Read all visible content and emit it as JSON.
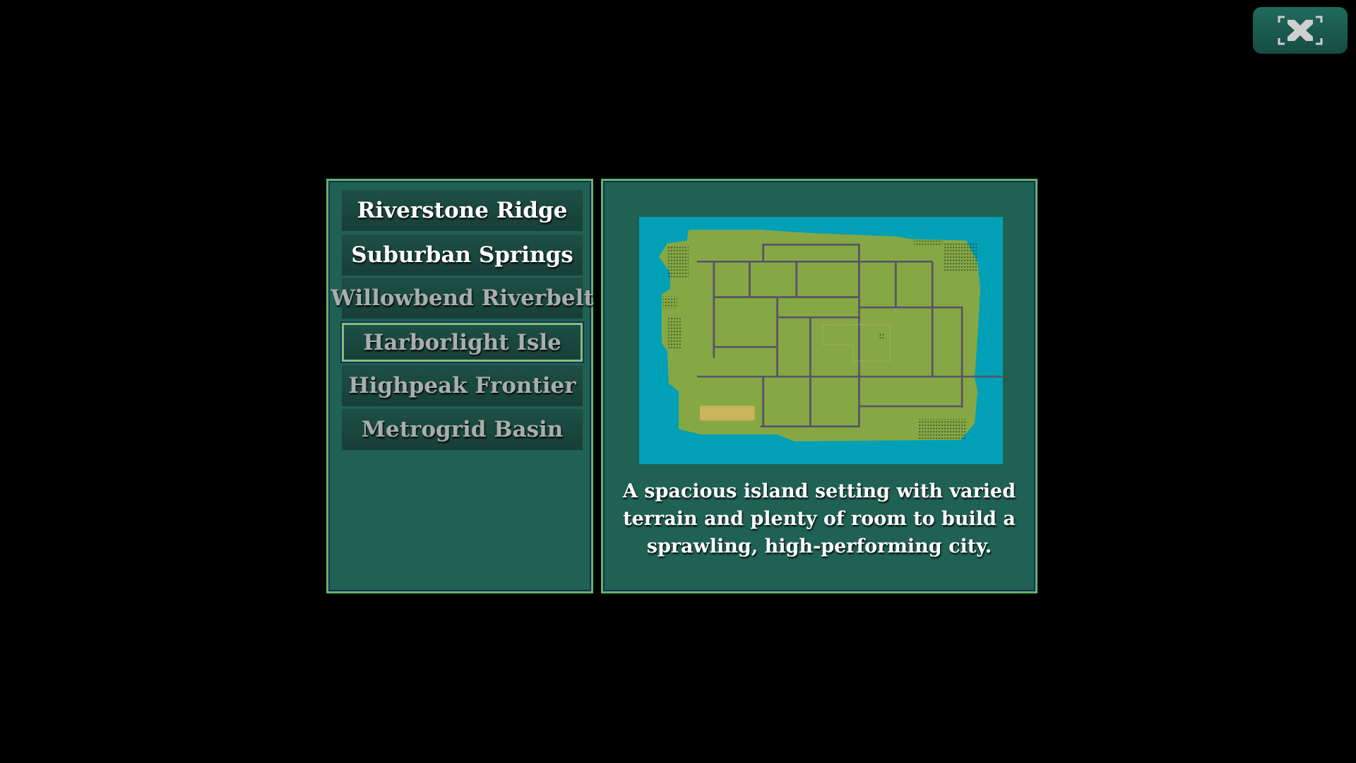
{
  "close_button": {
    "icon": "close-fullscreen-icon"
  },
  "map_list": {
    "items": [
      {
        "label": "Riverstone Ridge",
        "state": "available"
      },
      {
        "label": "Suburban Springs",
        "state": "available"
      },
      {
        "label": "Willowbend Riverbelt",
        "state": "dimmed"
      },
      {
        "label": "Harborlight Isle",
        "state": "selected"
      },
      {
        "label": "Highpeak Frontier",
        "state": "dimmed"
      },
      {
        "label": "Metrogrid Basin",
        "state": "dimmed"
      }
    ]
  },
  "preview": {
    "description": "A spacious island setting with varied terrain and plenty of room to build a sprawling, high-performing city.",
    "colors": {
      "water": "#02a0b6",
      "land": "#86a844",
      "road": "#5a5368",
      "sand": "#c9b45a",
      "trees": "#2f4a2a"
    }
  }
}
